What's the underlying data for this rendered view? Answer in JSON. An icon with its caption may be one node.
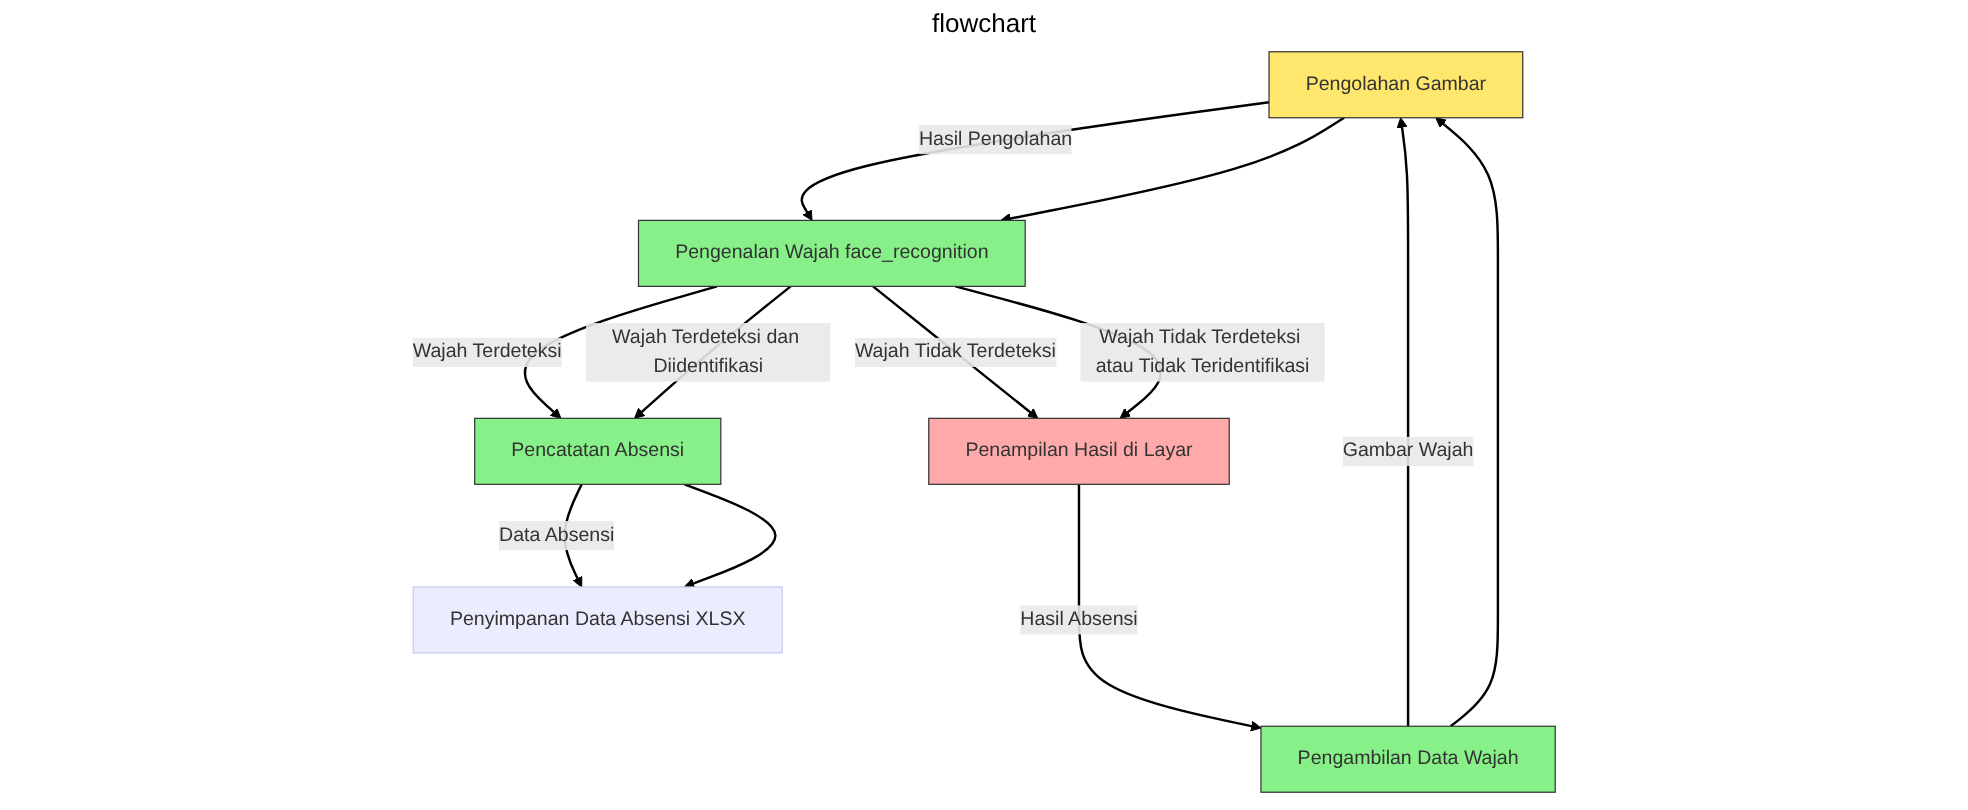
{
  "diagram": {
    "title": "flowchart",
    "nodes": [
      {
        "text": [
          "Pengolahan Gambar"
        ]
      },
      {
        "text": [
          "Pengenalan Wajah face_recognition"
        ]
      },
      {
        "text": [
          "Penampilan Hasil di Layar"
        ]
      },
      {
        "text": [
          "Pencatatan Absensi"
        ]
      },
      {
        "text": [
          "Pengambilan Data Wajah"
        ]
      },
      {
        "text": [
          "Penyimpanan Data Absensi XLSX"
        ]
      }
    ],
    "edges": [
      {
        "from": 0,
        "to": 1,
        "arrow": "to",
        "label": "Hasil Pengolahan"
      },
      {
        "from": 0,
        "to": 1,
        "arrow": "to"
      },
      {
        "from": 1,
        "to": 2,
        "arrow": "to",
        "label": "Wajah Tidak Terdeteksi"
      },
      {
        "from": 1,
        "to": 2,
        "arrow": "to",
        "label": "Wajah Tidak Terdeteksi atau Tidak Teridentifikasi"
      },
      {
        "from": 1,
        "to": 3,
        "arrow": "to",
        "label": "Wajah Terdeteksi"
      },
      {
        "from": 1,
        "to": 3,
        "arrow": "to",
        "label": "Wajah Terdeteksi dan Diidentifikasi"
      },
      {
        "from": 2,
        "to": 4,
        "arrow": "to",
        "label": "Hasil Absensi"
      },
      {
        "from": 3,
        "to": 5,
        "arrow": "to",
        "label": "Data Absensi"
      },
      {
        "from": 3,
        "to": 5,
        "arrow": "to"
      },
      {
        "from": 4,
        "to": 0,
        "arrow": "to",
        "label": "Gambar Wajah"
      },
      {
        "from": 4,
        "to": 0,
        "arrow": "to"
      }
    ]
  }
}
